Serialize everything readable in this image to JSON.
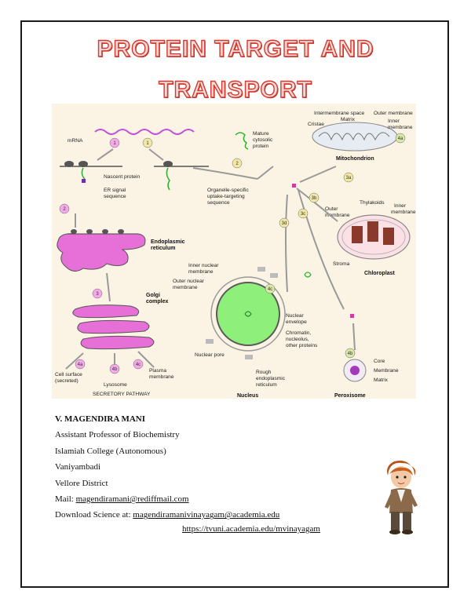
{
  "title": {
    "line1": "PROTEIN TARGET AND",
    "line2": "TRANSPORT"
  },
  "figure": {
    "labels": {
      "mrna": "mRNA",
      "nascent": "Nascent protein",
      "er_signal": "ER signal",
      "er_signal2": "sequence",
      "er": "Endoplasmic",
      "er2": "reticulum",
      "golgi": "Golgi",
      "golgi2": "complex",
      "cell_surface": "Cell surface",
      "secreted": "(secreted)",
      "lysosome": "Lysosome",
      "plasma": "Plasma",
      "plasma2": "membrane",
      "secretory": "SECRETORY PATHWAY",
      "mature": "Mature",
      "mature2": "cytosolic",
      "mature3": "protein",
      "organelle": "Organelle-specific",
      "organelle2": "uptake-targeting",
      "organelle3": "sequence",
      "intermembrane": "Intermembrane space",
      "matrix": "Matrix",
      "outer_membrane": "Outer membrane",
      "cristae": "Cristae",
      "inner": "Inner",
      "inner2": "membrane",
      "mitochondrion": "Mitochondrion",
      "thylakoids": "Thylakoids",
      "outer": "Outer",
      "outer2": "membrane",
      "cp_inner": "Inner",
      "cp_inner2": "membrane",
      "stroma": "Stroma",
      "chloroplast": "Chloroplast",
      "inner_nuclear": "Inner nuclear",
      "inner_nuclear2": "membrane",
      "outer_nuclear": "Outer nuclear",
      "outer_nuclear2": "membrane",
      "nuclear_envelope": "Nuclear",
      "nuclear_envelope2": "envelope",
      "chromatin": "Chromatin,",
      "chromatin2": "nucleolus,",
      "chromatin3": "other proteins",
      "nuclear_pore": "Nuclear pore",
      "rough_er": "Rough",
      "rough_er2": "endoplasmic",
      "rough_er3": "reticulum",
      "nucleus": "Nucleus",
      "core": "Core",
      "membrane": "Membrane",
      "px_matrix": "Matrix",
      "peroxisome": "Peroxisome"
    },
    "steps": {
      "s1a": "1",
      "s1b": "1",
      "s2a": "2",
      "s2b": "2",
      "s3": "3",
      "s4a": "4a",
      "s4b": "4b",
      "s4c": "4c",
      "s3a": "3a",
      "s3b": "3b",
      "s3c": "3c",
      "s3d": "3d",
      "m4a": "4a",
      "n4c": "4c",
      "p4b": "4b"
    }
  },
  "author": {
    "name": "V. MAGENDIRA MANI",
    "position": "Assistant Professor of Biochemistry",
    "college": "Islamiah College (Autonomous)",
    "town": "Vaniyambadi",
    "district": "Vellore District",
    "mail_label": "Mail: ",
    "mail": "magendiramani@rediffmail.com",
    "download_label": "Download Science at: ",
    "download": "magendiramanivinayagam@academia.edu",
    "url": "https://tvuni.academia.edu/mvinayagam"
  },
  "colors": {
    "title_red": "#d63a2c",
    "er_pink": "#e66fd8",
    "nucleus_green": "#8ef07a",
    "frame": "#1a1a1a"
  }
}
